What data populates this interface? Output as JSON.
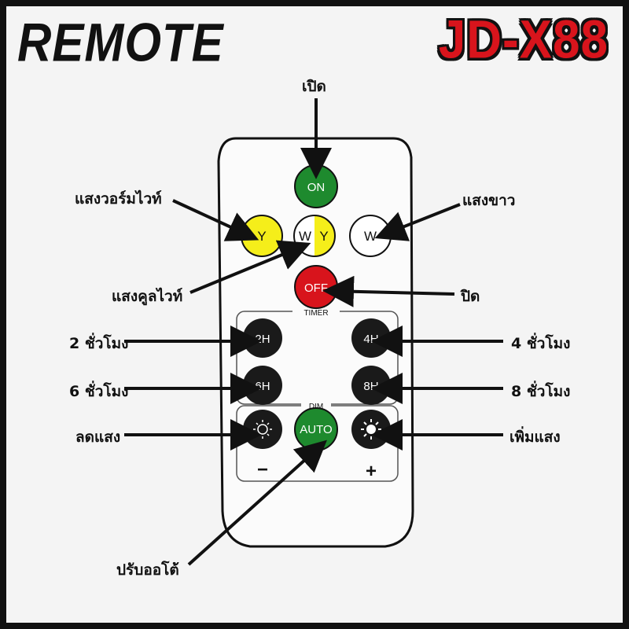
{
  "header": {
    "title_left": "REMOTE",
    "title_right": "JD-X88"
  },
  "remote": {
    "buttons": {
      "on": "ON",
      "y": "Y",
      "wy_w": "W",
      "wy_y": "Y",
      "w": "W",
      "off": "OFF",
      "h2": "2H",
      "h4": "4H",
      "h6": "6H",
      "h8": "8H",
      "auto": "AUTO"
    },
    "section_timer": "TIMER",
    "section_dim": "DIM",
    "minus": "−",
    "plus": "+"
  },
  "labels": {
    "on": "เปิด",
    "warm_white": "แสงวอร์มไวท์",
    "white": "แสงขาว",
    "cool_white": "แสงคูลไวท์",
    "off": "ปิด",
    "two_hours": "2 ชั่วโมง",
    "four_hours": "4 ชั่วโมง",
    "six_hours": "6 ชั่วโมง",
    "eight_hours": "8 ชั่วโมง",
    "dim_down": "ลดแสง",
    "dim_up": "เพิ่มแสง",
    "auto": "ปรับออโต้"
  },
  "colors": {
    "title_right": "#d8141c",
    "on_button": "#1e8a2e",
    "auto_button": "#1e8a2e",
    "off_button": "#d8141c",
    "yellow_button": "#f5ee1a",
    "dark_button": "#1a1a1a"
  }
}
